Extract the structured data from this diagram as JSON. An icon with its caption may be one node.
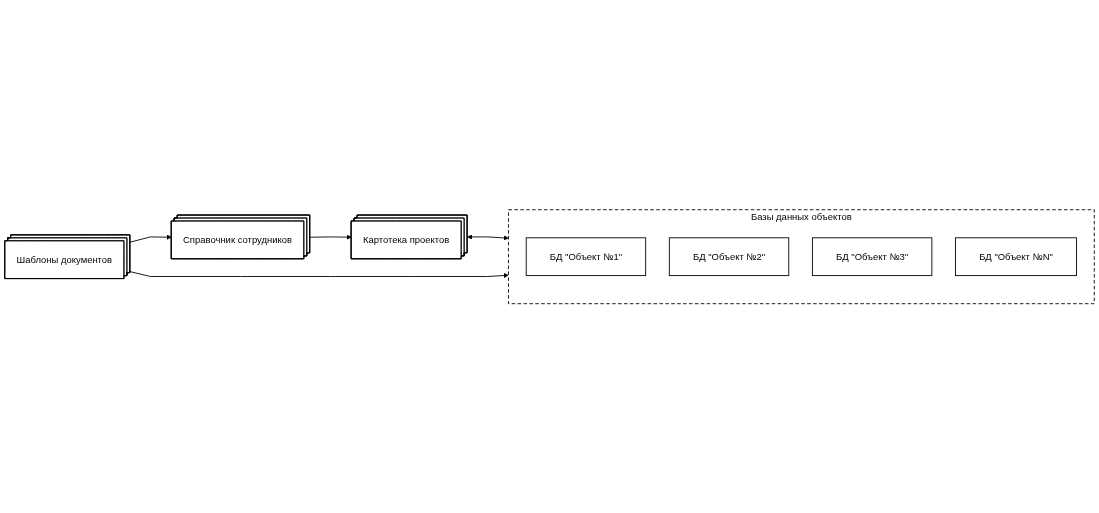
{
  "diagram": {
    "nodes": [
      {
        "text": [
          "Картотека проектов"
        ]
      },
      {
        "text": [
          "Базы данных объектов"
        ]
      },
      {
        "text": [
          "БД \"Объект №1\""
        ],
        "in": 1
      },
      {
        "text": [
          "БД \"Объект №2\""
        ],
        "in": 1
      },
      {
        "text": [
          "БД \"Объект №3\""
        ],
        "in": 1
      },
      {
        "text": [
          "БД \"Объект №N\""
        ],
        "in": 1
      },
      {
        "text": [
          "Справочник сотрудников"
        ]
      },
      {
        "text": [
          "Шаблоны документов"
        ]
      }
    ],
    "edges": [
      {
        "from": 0,
        "to": 1,
        "arrow": "both"
      },
      {
        "from": 6,
        "to": 0,
        "arrow": "to"
      },
      {
        "from": 7,
        "to": 6,
        "arrow": "to"
      },
      {
        "from": 7,
        "to": 1,
        "arrow": "to"
      }
    ]
  }
}
